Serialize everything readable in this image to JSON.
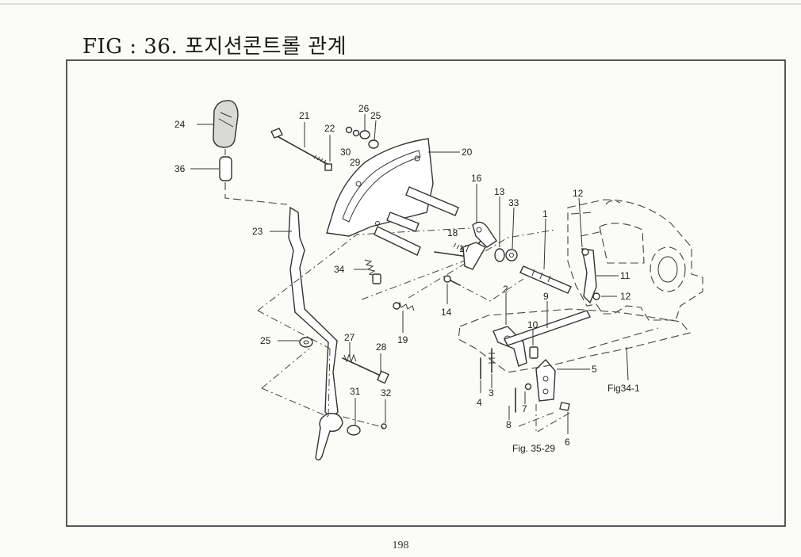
{
  "title": "FIG : 36. 포지션콘트롤 관계",
  "page_number": "198",
  "labels": {
    "l1": "1",
    "l2": "2",
    "l3": "3",
    "l4": "4",
    "l5": "5",
    "l6": "6",
    "l7": "7",
    "l8": "8",
    "l9": "9",
    "l10": "10",
    "l11": "11",
    "l12a": "12",
    "l12b": "12",
    "l13": "13",
    "l14": "14",
    "l16": "16",
    "l17": "17",
    "l18": "18",
    "l19": "19",
    "l20": "20",
    "l21": "21",
    "l22": "22",
    "l23": "23",
    "l24": "24",
    "l25a": "25",
    "l25b": "25",
    "l26": "26",
    "l27": "27",
    "l28": "28",
    "l29": "29",
    "l30": "30",
    "l31": "31",
    "l32": "32",
    "l33": "33",
    "l34": "34",
    "l36": "36",
    "ref34": "Fig34-1",
    "ref35": "Fig. 35-29"
  }
}
